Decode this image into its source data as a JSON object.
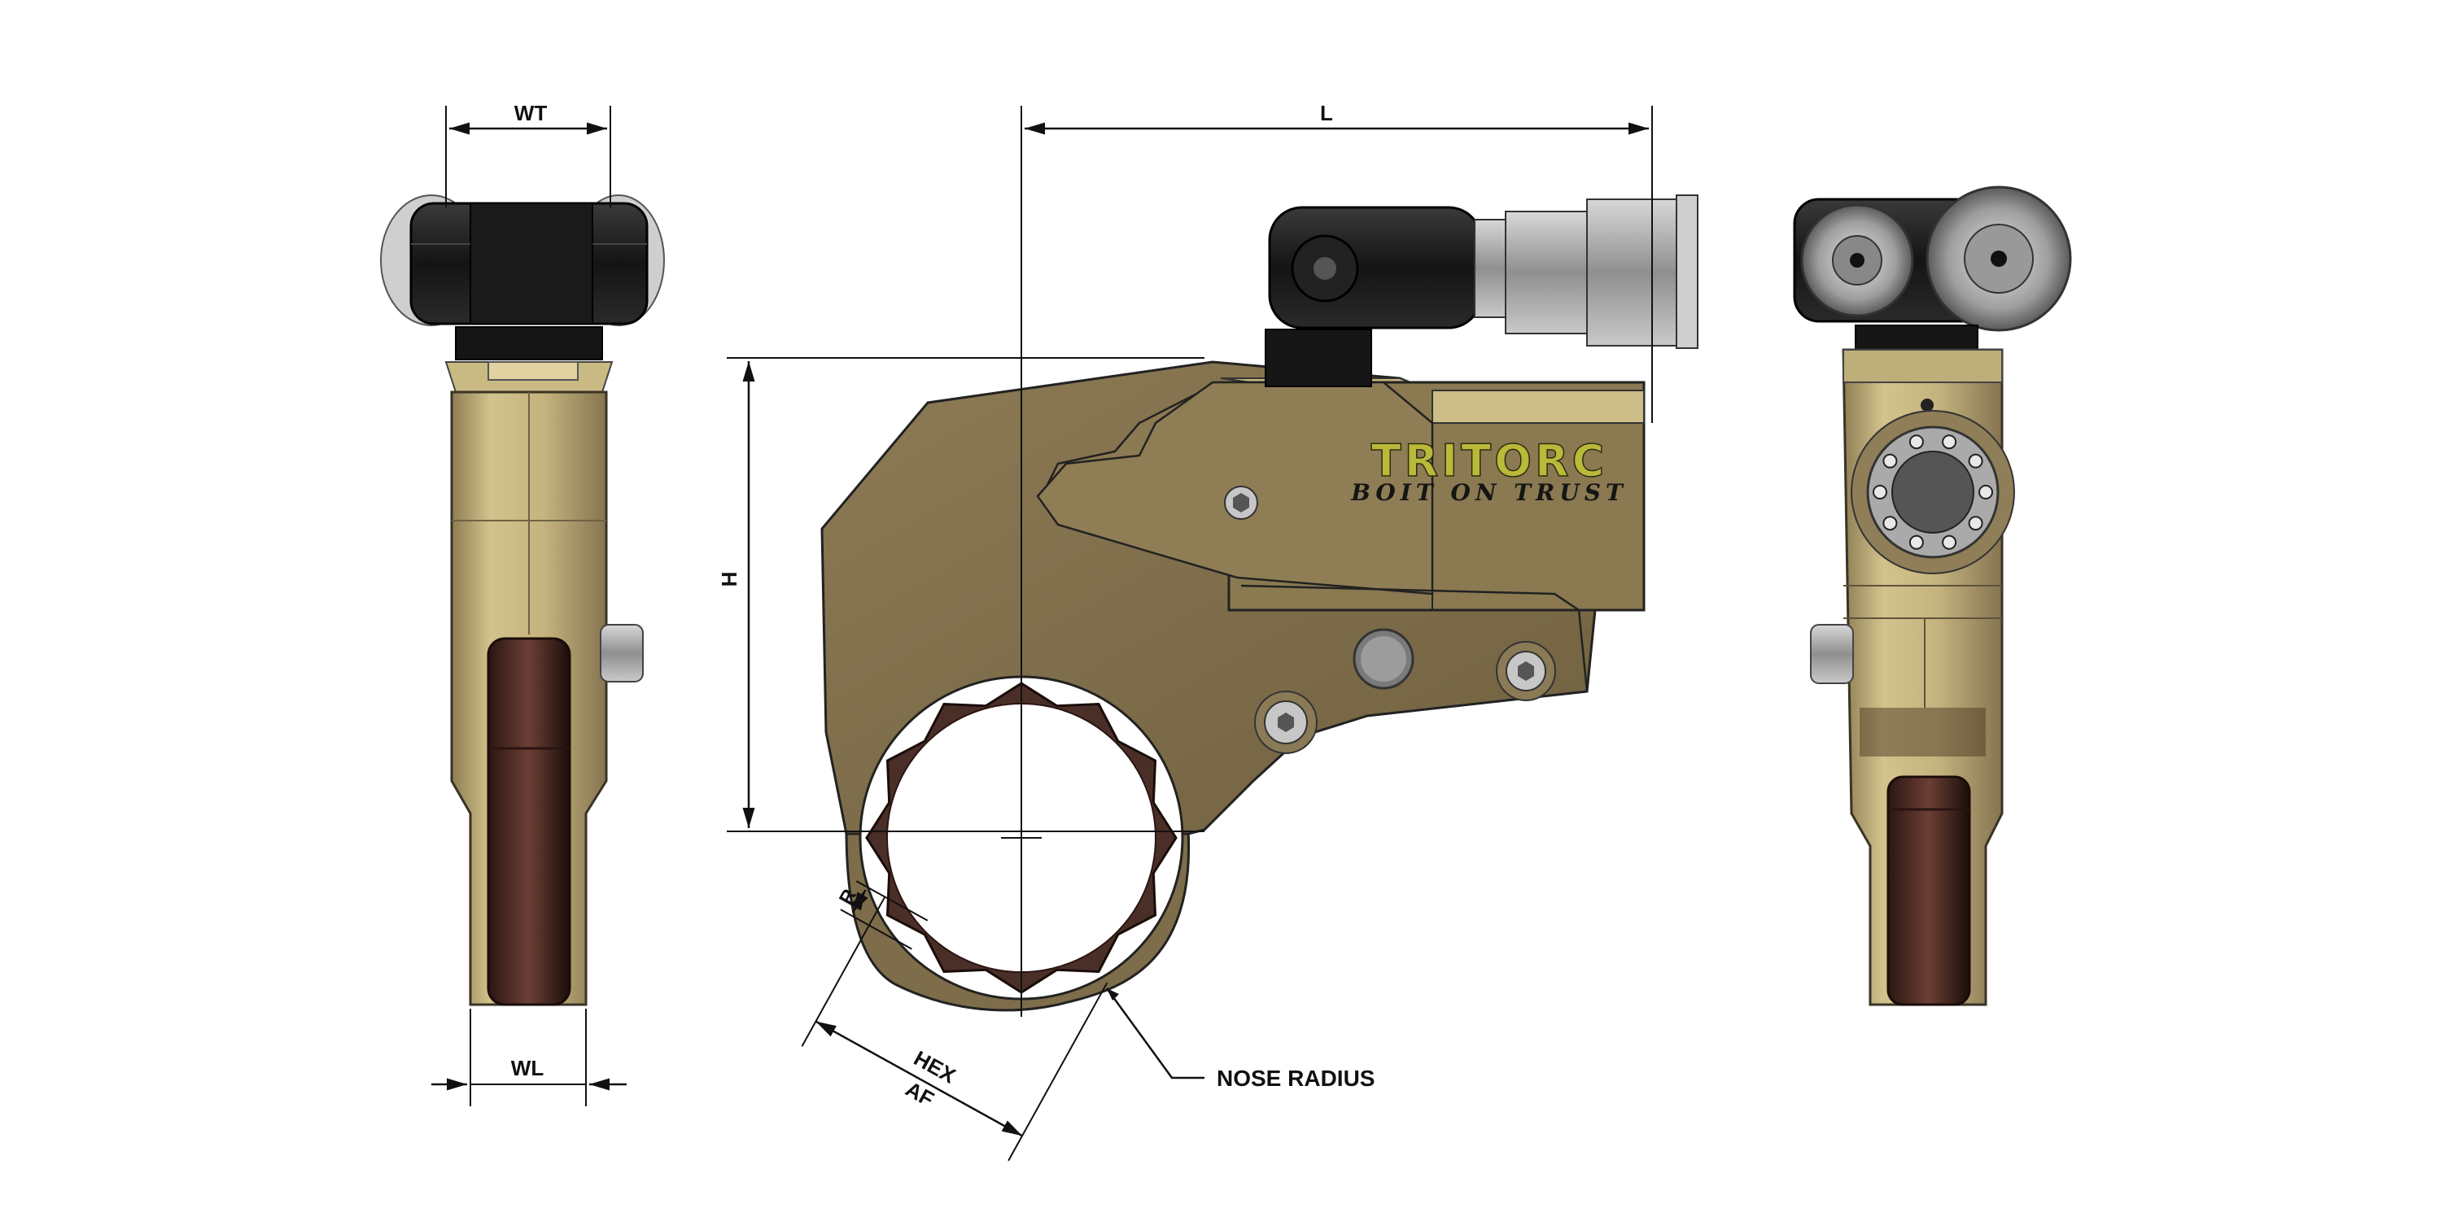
{
  "dimensions": {
    "wt": "WT",
    "wl": "WL",
    "l": "L",
    "h": "H",
    "r": "R",
    "hex": "HEX",
    "af": "AF",
    "nose_radius": "NOSE RADIUS"
  },
  "brand": {
    "name": "TRITORC",
    "tagline": "BOIT ON TRUST"
  },
  "colors": {
    "body_gold": "#b7a677",
    "body_dark": "#8a7a55",
    "body_light": "#d8c891",
    "black_part": "#1c1c1c",
    "steel": "#a9a9a9",
    "brand_text": "#b9b93a",
    "line": "#111111",
    "socket_dark": "#3a2520"
  }
}
